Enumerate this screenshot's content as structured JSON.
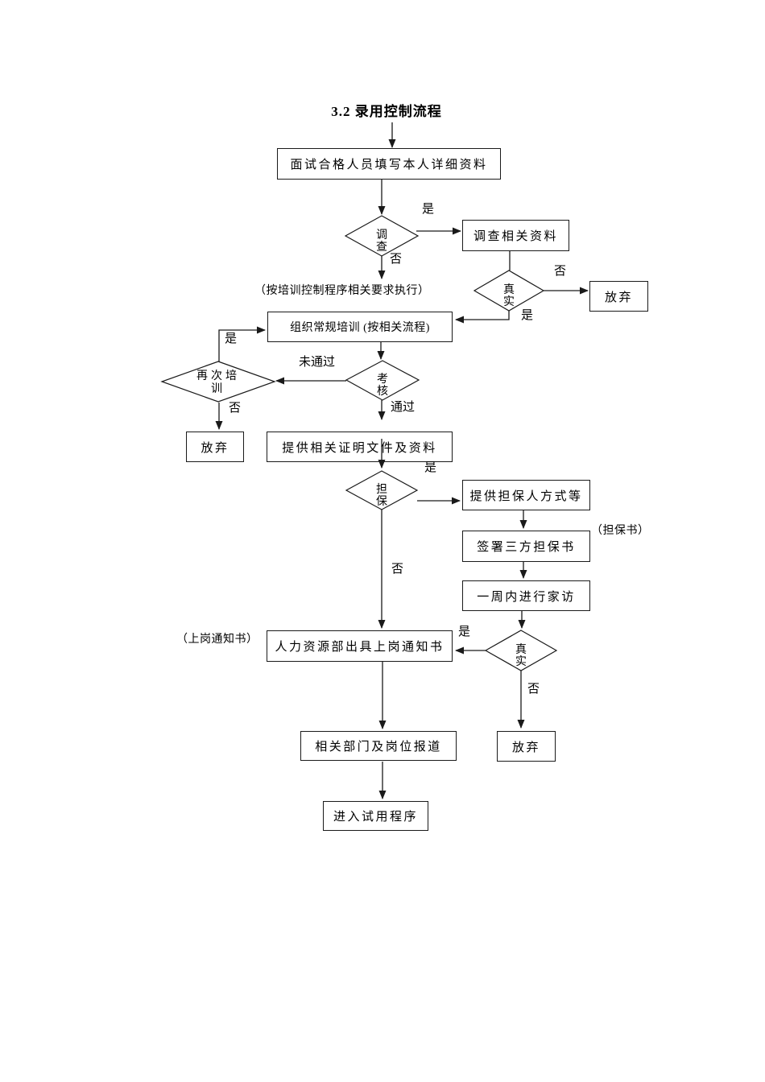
{
  "title": "3.2 录用控制流程",
  "nodes": {
    "fill_info": "面试合格人员填写本人详细资料",
    "investigate_materials": "调查相关资料",
    "abandon": "放弃",
    "training": "组织常规培训 (按相关流程)",
    "provide_docs": "提供相关证明文件及资料",
    "provide_guarantor": "提供担保人方式等",
    "sign_guarantee": "签署三方担保书",
    "home_visit": "一周内进行家访",
    "hr_notice": "人力资源部出具上岗通知书",
    "report": "相关部门及岗位报道",
    "probation": "进入试用程序"
  },
  "decisions": {
    "investigate": "调查",
    "truthful": "真实",
    "retrain": "再次培训",
    "assessment": "考核",
    "guarantee": "担保"
  },
  "labels": {
    "yes": "是",
    "no": "否",
    "passed": "通过",
    "not_passed": "未通过",
    "exec_note": "（按培训控制程序相关要求执行）",
    "guarantee_doc": "（担保书）",
    "notice_doc": "（上岗通知书）"
  },
  "colors": {
    "line": "#1a1a1a",
    "background": "#ffffff",
    "text": "#000000"
  }
}
